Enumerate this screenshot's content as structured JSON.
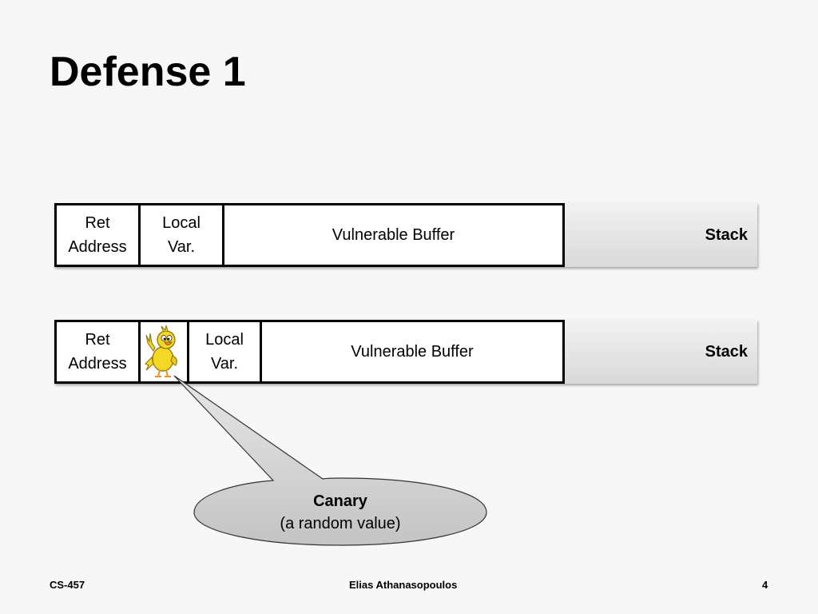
{
  "slide": {
    "title": "Defense 1"
  },
  "stack_top": {
    "ret_line1": "Ret",
    "ret_line2": "Address",
    "local_line1": "Local",
    "local_line2": "Var.",
    "buffer": "Vulnerable Buffer",
    "stack_label": "Stack"
  },
  "stack_bottom": {
    "ret_line1": "Ret",
    "ret_line2": "Address",
    "local_line1": "Local",
    "local_line2": "Var.",
    "buffer": "Vulnerable Buffer",
    "stack_label": "Stack",
    "canary_icon": "canary-bird-icon"
  },
  "callout": {
    "title": "Canary",
    "subtitle": "(a random value)"
  },
  "footer": {
    "course": "CS-457",
    "author": "Elias Athanasopoulos",
    "page": "4"
  },
  "colors": {
    "background": "#f7f7f7",
    "callout_fill": "#d3d3d3",
    "canary_yellow": "#f5d826"
  }
}
